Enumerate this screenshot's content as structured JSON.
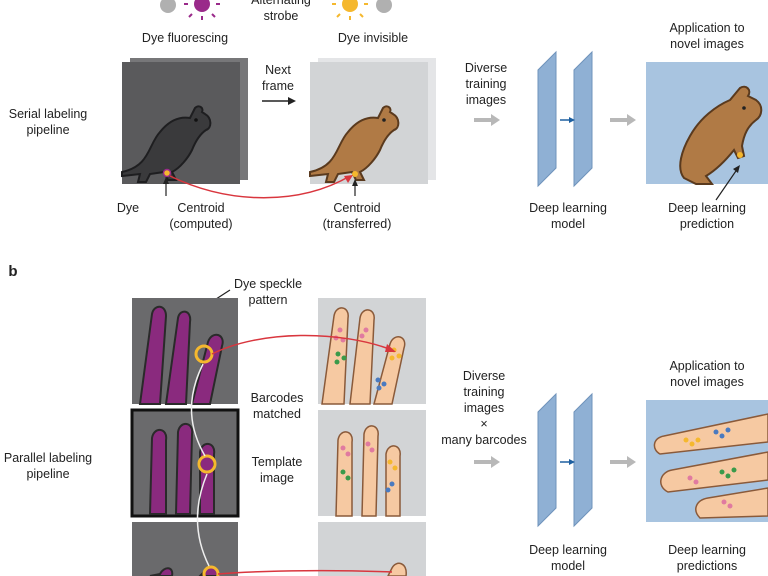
{
  "panel_a": {
    "strobe_label": "Alternating\nstrobe",
    "dye_fluorescing": "Dye fluorescing",
    "dye_invisible": "Dye invisible",
    "next_frame": "Next\nframe",
    "row_label": "Serial labeling\npipeline",
    "dye": "Dye",
    "centroid_computed": "Centroid\n(computed)",
    "centroid_transferred": "Centroid\n(transferred)",
    "diverse_training": "Diverse\ntraining\nimages",
    "deep_learning_model": "Deep learning\nmodel",
    "application": "Application to\nnovel images",
    "prediction": "Deep learning\nprediction"
  },
  "panel_b": {
    "letter": "b",
    "speckle": "Dye speckle\npattern",
    "barcodes_matched": "Barcodes\nmatched",
    "template_image": "Template\nimage",
    "row_label": "Parallel labeling\npipeline",
    "diverse_training": "Diverse\ntraining\nimages\n×\nmany barcodes",
    "deep_learning_model": "Deep learning\nmodel",
    "application": "Application to\nnovel images",
    "predictions": "Deep learning\npredictions"
  },
  "colors": {
    "dark_frame": "#5a5a5c",
    "light_frame": "#d2d4d6",
    "mouse_brown": "#b07a45",
    "dye_magenta": "#9a2a8a",
    "dye_yellow": "#f5b82e",
    "model_blue": "#8fb0d4",
    "arrow_red": "#d9363e",
    "arrow_gray": "#b8b8b8",
    "novel_bg": "#a8c4e0",
    "skin": "#f6c9a2"
  }
}
